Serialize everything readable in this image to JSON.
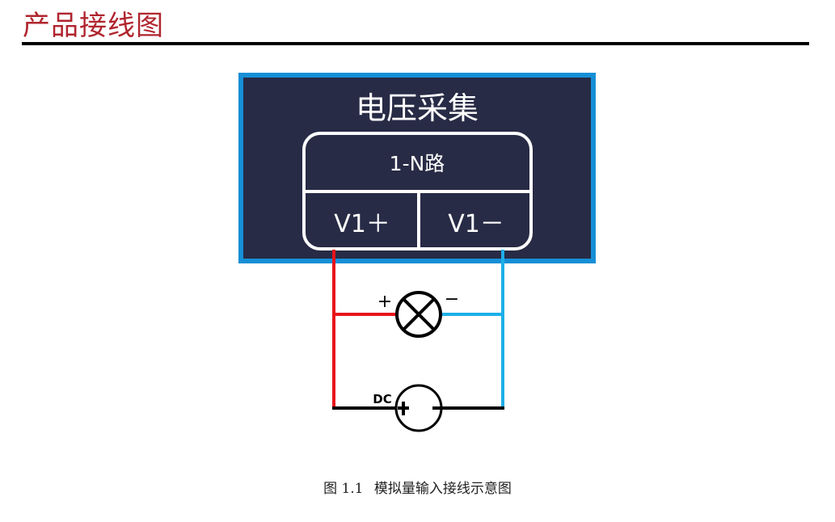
{
  "header": {
    "title": "产品接线图"
  },
  "diagram": {
    "module_title": "电压采集",
    "channel_label": "1-N路",
    "terminal_plus": "V1＋",
    "terminal_minus": "V1－",
    "lamp_plus": "+",
    "lamp_minus": "−",
    "source_label": "DC",
    "colors": {
      "box_bg": "#282b45",
      "box_border": "#168fd6",
      "positive_wire": "#e8141b",
      "negative_wire": "#1eaee8",
      "ground_wire": "#000000",
      "title": "#b0252e"
    }
  },
  "caption": {
    "figure_no": "图 1.1",
    "text": "模拟量输入接线示意图"
  }
}
